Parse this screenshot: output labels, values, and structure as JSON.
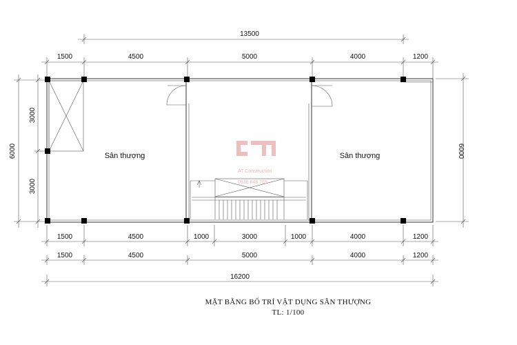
{
  "drawing": {
    "title": "MẶT BẰNG BỐ TRÍ VẬT DỤNG SÂN THƯỢNG",
    "scale": "TL: 1/100"
  },
  "rooms": {
    "left": "Sân thượng",
    "right": "Sân thượng"
  },
  "watermark": {
    "company": "AT Construction",
    "phone": "0938 848 769"
  },
  "dimensions": {
    "top_overall": "13500",
    "top_segments": [
      "1500",
      "4500",
      "5000",
      "4000",
      "1200"
    ],
    "bottom_row1": [
      "1500",
      "4500",
      "1000",
      "3000",
      "1000",
      "4000",
      "1200"
    ],
    "bottom_row2": [
      "1500",
      "4500",
      "5000",
      "4000",
      "1200"
    ],
    "bottom_overall": "16200",
    "left_overall": "6000",
    "left_segments": [
      "3000",
      "3000"
    ],
    "right_overall": "6000"
  }
}
